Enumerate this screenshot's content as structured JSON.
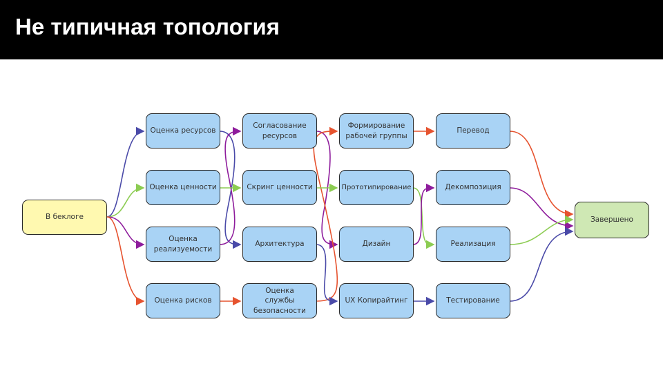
{
  "title": "Не типичная топология",
  "colors": {
    "blue": "#4a4aa8",
    "green": "#8ccc52",
    "purple": "#8e1c9c",
    "red": "#e6532f"
  },
  "nodes": {
    "start": "В беклоге",
    "c1": [
      "Оценка ресурсов",
      "Оценка ценности",
      "Оценка реализуемости",
      "Оценка рисков"
    ],
    "c2": [
      "Согласование ресурсов",
      "Скринг ценности",
      "Архитектура",
      "Оценка службы безопасности"
    ],
    "c3": [
      "Формирование рабочей группы",
      "Прототипирование",
      "Дизайн",
      "UX Копирайтинг"
    ],
    "c4": [
      "Перевод",
      "Декомпозиция",
      "Реализация",
      "Тестирование"
    ],
    "end": "Завершено"
  }
}
